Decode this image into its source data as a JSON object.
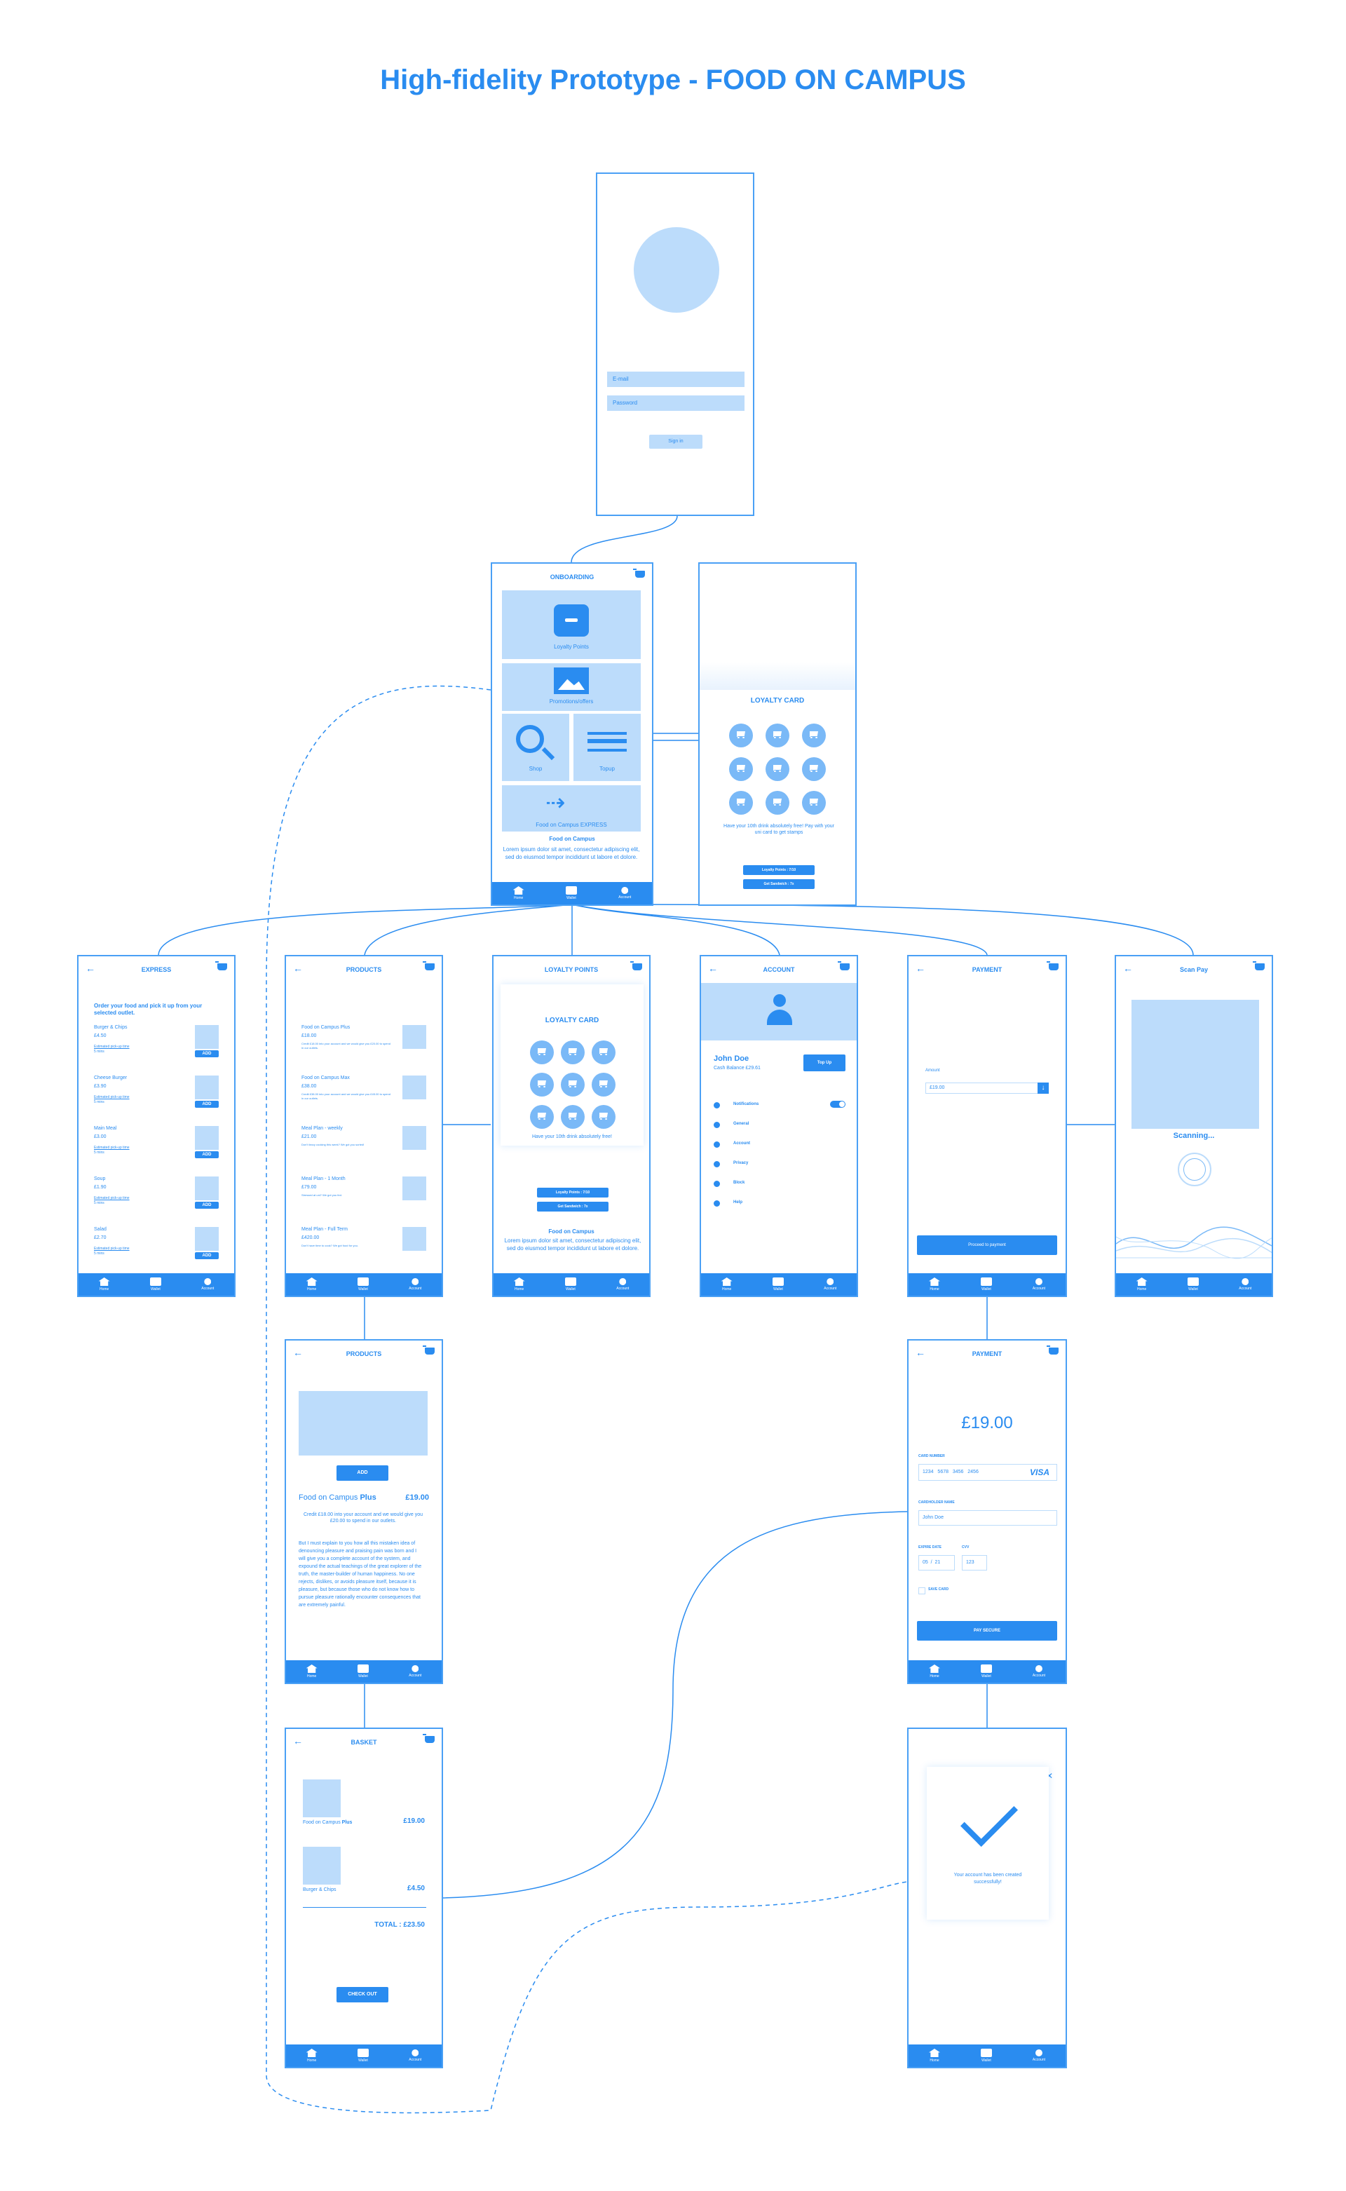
{
  "title": "High-fidelity Prototype - FOOD ON CAMPUS",
  "colors": {
    "accent": "#2a8cf0",
    "light": "#bcdcfb",
    "mid": "#7ab9f7"
  },
  "nav": {
    "home": "Home",
    "wallet": "Wallet",
    "account": "Account"
  },
  "login": {
    "email_placeholder": "E-mail",
    "password_placeholder": "Password",
    "sign_in": "Sign in"
  },
  "onboarding": {
    "title": "ONBOARDING",
    "tiles": {
      "loyalty": "Loyalty Points",
      "promotions": "Promotions/offers",
      "shop": "Shop",
      "topup": "Topup",
      "express": "Food on Campus EXPRESS"
    },
    "heading": "Food on Campus",
    "body": "Lorem ipsum dolor sit amet, consectetur adipiscing elit, sed do eiusmod tempor incididunt ut labore et dolore."
  },
  "loyalty_card_screen": {
    "card_title": "LOYALTY CARD",
    "text": "Have your 10th drink absolutely free! Pay with your uni card to get stamps",
    "btn1": "Loyalty Points : 7/10",
    "btn2": "Get Sandwich : 7x"
  },
  "express": {
    "title": "EXPRESS",
    "intro": "Order your food and pick it up from your selected outlet.",
    "add": "ADD",
    "items": [
      {
        "name": "Burger & Chips",
        "price": "£4.50",
        "note": "Estimated pick-up time",
        "time": "5 mins"
      },
      {
        "name": "Cheese Burger",
        "price": "£3.90",
        "note": "Estimated pick-up time",
        "time": "5 mins"
      },
      {
        "name": "Main Meal",
        "price": "£3.00",
        "note": "Estimated pick-up time",
        "time": "5 mins"
      },
      {
        "name": "Soup",
        "price": "£1.90",
        "note": "Estimated pick-up time",
        "time": "5 mins"
      },
      {
        "name": "Salad",
        "price": "£2.70",
        "note": "Estimated pick-up time",
        "time": "5 mins"
      }
    ]
  },
  "products": {
    "title": "PRODUCTS",
    "items": [
      {
        "name": "Food on Campus Plus",
        "price": "£18.00",
        "desc": "Credit £18.00 into your account and we would give you £20.00 to spend in our outlets."
      },
      {
        "name": "Food on Campus Max",
        "price": "£38.00",
        "desc": "Credit £38.00 into your account and we would give you £45.00 to spend in our outlets."
      },
      {
        "name": "Meal Plan - weekly",
        "price": "£21.00",
        "desc": "Don't fancy cooking this week? We got you sorted!"
      },
      {
        "name": "Meal Plan - 1 Month",
        "price": "£79.00",
        "desc": "Stressed at uni? We got you fed."
      },
      {
        "name": "Meal Plan - Full Term",
        "price": "£420.00",
        "desc": "Don't have time to cook? We got food for you."
      }
    ]
  },
  "loyalty_points": {
    "title": "LOYALTY POINTS",
    "card_title": "LOYALTY CARD",
    "text": "Have your 10th drink absolutely free!",
    "btn1": "Loyalty Points : 7/10",
    "btn2": "Get Sandwich : 7x",
    "heading": "Food on Campus",
    "body": "Lorem ipsum dolor sit amet, consectetur adipiscing elit, sed do eiusmod tempor incididunt ut labore et dolore."
  },
  "account": {
    "title": "ACCOUNT",
    "name": "John Doe",
    "balance": "Cash Balance £29.61",
    "topup": "Top Up",
    "menu": [
      "Notifications",
      "General",
      "Account",
      "Privacy",
      "Block",
      "Help"
    ]
  },
  "payment1": {
    "title": "PAYMENT",
    "amount_label": "Amount",
    "amount": "£19.00",
    "proceed": "Proceed to payment"
  },
  "scanpay": {
    "title": "Scan Pay",
    "scanning": "Scanning..."
  },
  "product_detail": {
    "title": "PRODUCTS",
    "add": "ADD",
    "name": "Food on Campus",
    "name_bold": "Plus",
    "price": "£19.00",
    "summary": "Credit £18.00 into your account and we would give you £20.00 to spend in our outlets.",
    "body": "But I must explain to you how all this mistaken idea of denouncing pleasure and praising pain was born and I will give you a complete account of the system, and expound the actual teachings of the great explorer of the truth, the master-builder of human happiness. No one rejects, dislikes, or avoids pleasure itself, because it is pleasure, but because those who do not know how to pursue pleasure rationally encounter consequences that are extremely painful."
  },
  "payment2": {
    "title": "PAYMENT",
    "amount": "£19.00",
    "card_label": "CARD NUMBER",
    "card": [
      "1234",
      "5678",
      "3456",
      "2456"
    ],
    "brand": "VISA",
    "holder_label": "CARDHOLDER NAME",
    "holder": "John Doe",
    "expiry_label": "EXPIRE DATE",
    "cvv_label": "CVV",
    "mm": "05",
    "yy": "21",
    "cvv": "123",
    "save": "SAVE CARD",
    "pay": "PAY SECURE"
  },
  "basket": {
    "title": "BASKET",
    "items": [
      {
        "name": "Food on Campus",
        "bold": "Plus",
        "price": "£19.00"
      },
      {
        "name": "Burger & Chips",
        "bold": "",
        "price": "£4.50"
      }
    ],
    "total": "TOTAL : £23.50",
    "checkout": "CHECK OUT"
  },
  "success": {
    "message": "Your account has been created successfully!"
  }
}
